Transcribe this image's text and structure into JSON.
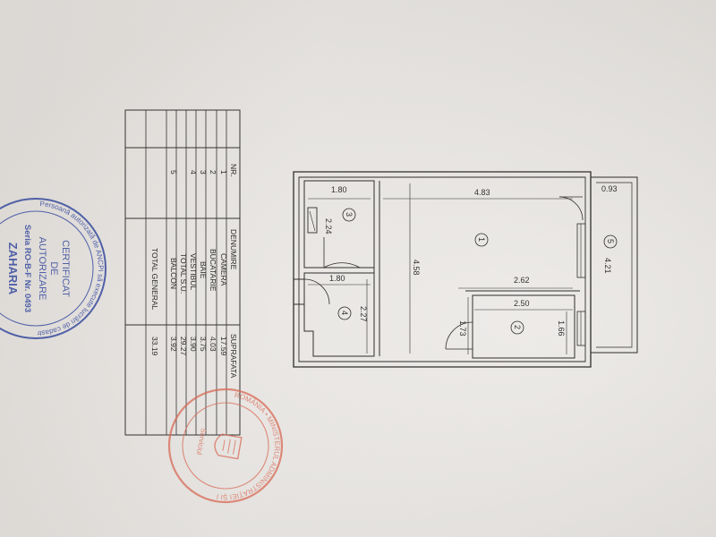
{
  "table": {
    "headers": {
      "nr": "NR.",
      "name": "DENUMIRE",
      "area": "SUPRAFATA"
    },
    "rows": [
      {
        "nr": "1",
        "name": "CAMERA",
        "area": "17.59"
      },
      {
        "nr": "2",
        "name": "BUCATARIE",
        "area": "4.03"
      },
      {
        "nr": "3",
        "name": "BAIE",
        "area": "3.75"
      },
      {
        "nr": "4",
        "name": "VESTIBUL",
        "area": "3.90"
      }
    ],
    "total_su": {
      "name": "TOTAL S.U.",
      "area": "29.27"
    },
    "balcony": {
      "nr": "5",
      "name": "BALCON",
      "area": "3.92"
    },
    "total_general": {
      "name": "TOTAL GENERAL",
      "area": "33.19"
    }
  },
  "plan": {
    "dims": {
      "bath_width": "1.80",
      "bath_depth": "2.24",
      "hall_width": "1.80",
      "hall_depth": "2.27",
      "room_width": "4.83",
      "room_depth": "4.58",
      "room_inner": "2.62",
      "kitchen_width": "2.50",
      "kitchen_depth": "1.66",
      "kitchen_side": "1.73",
      "balcony_width": "0.93",
      "balcony_length": "4.21"
    },
    "rooms": [
      "1",
      "2",
      "3",
      "4",
      "5"
    ]
  },
  "stamp_blue": {
    "arc_text": "Persoană autorizată de ANCPI să execute lucrări de cadastru, geodezie și cartografie",
    "line1": "CERTIFICAT",
    "line2": "DE",
    "line3": "AUTORIZARE",
    "line4": "Seria RO-B-F Nr. 0493",
    "line5": "ZAHARIA"
  },
  "stamp_red": {
    "arc_text": "ROMÂNIA • MINISTERUL ADMINISTRAȚIEI ȘI INTERNELOR • DIRECȚIA",
    "center": "Serviciul"
  }
}
